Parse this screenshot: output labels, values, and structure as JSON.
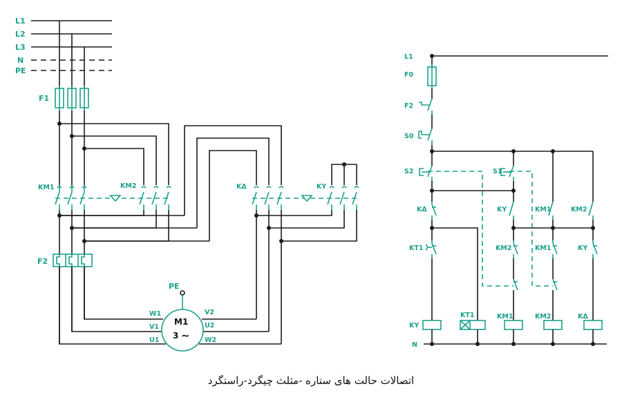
{
  "caption": "اتصالات حالت های ستاره -مثلث چیگرد-راستگرد",
  "power_circuit": {
    "lines": [
      "L1",
      "L2",
      "L3",
      "N",
      "PE"
    ],
    "fuse": "F1",
    "contactors": [
      "KM1",
      "KM2",
      "KΔ",
      "KY"
    ],
    "overload": "F2",
    "pe_label": "PE",
    "motor": {
      "name": "M1",
      "phase": "3",
      "tilde": "~",
      "left_terminals": [
        "W1",
        "V1",
        "U1"
      ],
      "right_terminals": [
        "V2",
        "U2",
        "W2"
      ]
    }
  },
  "control_circuit": {
    "top_line": "L1",
    "bottom_line": "N",
    "fuse": "F0",
    "overload_contact": "F2",
    "stop_button": "S0",
    "start_buttons": [
      "S2",
      "S1"
    ],
    "column1": [
      "KΔ",
      "KT1",
      "KY"
    ],
    "timer_coil": "KT1",
    "column2": [
      "KY",
      "KM2",
      "KM1"
    ],
    "column3": [
      "KM1",
      "KM1",
      "KM2"
    ],
    "column4": [
      "KM2",
      "KY",
      "KΔ"
    ]
  }
}
